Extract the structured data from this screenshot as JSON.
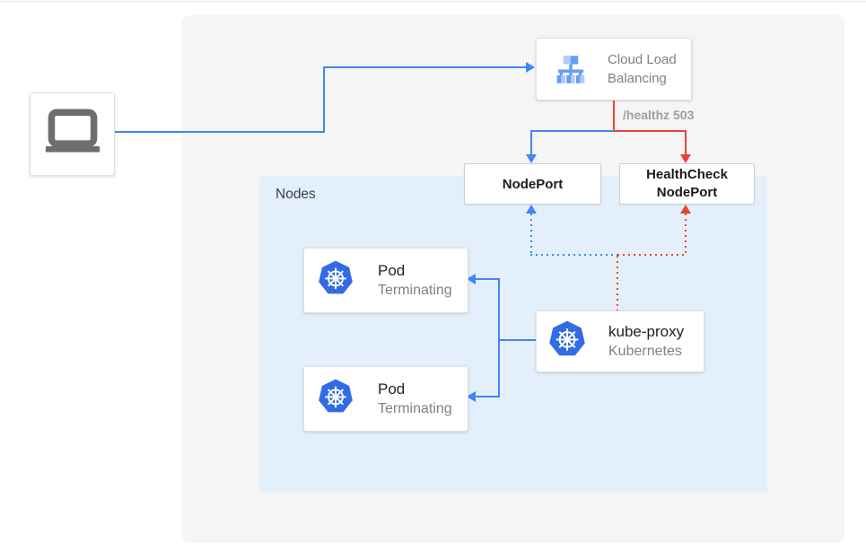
{
  "colors": {
    "blue": "#4285f4",
    "red": "#ea4335",
    "canvas_bg": "#f5f5f5",
    "nodes_bg": "#e3f0fc",
    "k8s_blue": "#326ce5",
    "lb_light": "#aecbfa",
    "lb_mid": "#669df6",
    "icon_gray": "#6e6e6e",
    "border": "#e0e0e0",
    "border_dark": "#cfcfcf",
    "text_dark": "#212124",
    "text_gray": "#7d8187",
    "text_muted": "#9aa0a6",
    "nodes_label": "#3c4043"
  },
  "client": {
    "icon": "laptop-icon"
  },
  "cloud_load_balancing": {
    "line1": "Cloud Load",
    "line2": "Balancing",
    "icon": "load-balancer-icon"
  },
  "healthz_badge": "/healthz 503",
  "nodes_region": {
    "label": "Nodes"
  },
  "nodeport": {
    "label": "NodePort"
  },
  "healthcheck_nodeport": {
    "line1": "HealthCheck",
    "line2": "NodePort"
  },
  "pods": [
    {
      "title": "Pod",
      "status": "Terminating",
      "icon": "kubernetes-icon"
    },
    {
      "title": "Pod",
      "status": "Terminating",
      "icon": "kubernetes-icon"
    }
  ],
  "kube_proxy": {
    "title": "kube-proxy",
    "subtitle": "Kubernetes",
    "icon": "kubernetes-icon"
  }
}
